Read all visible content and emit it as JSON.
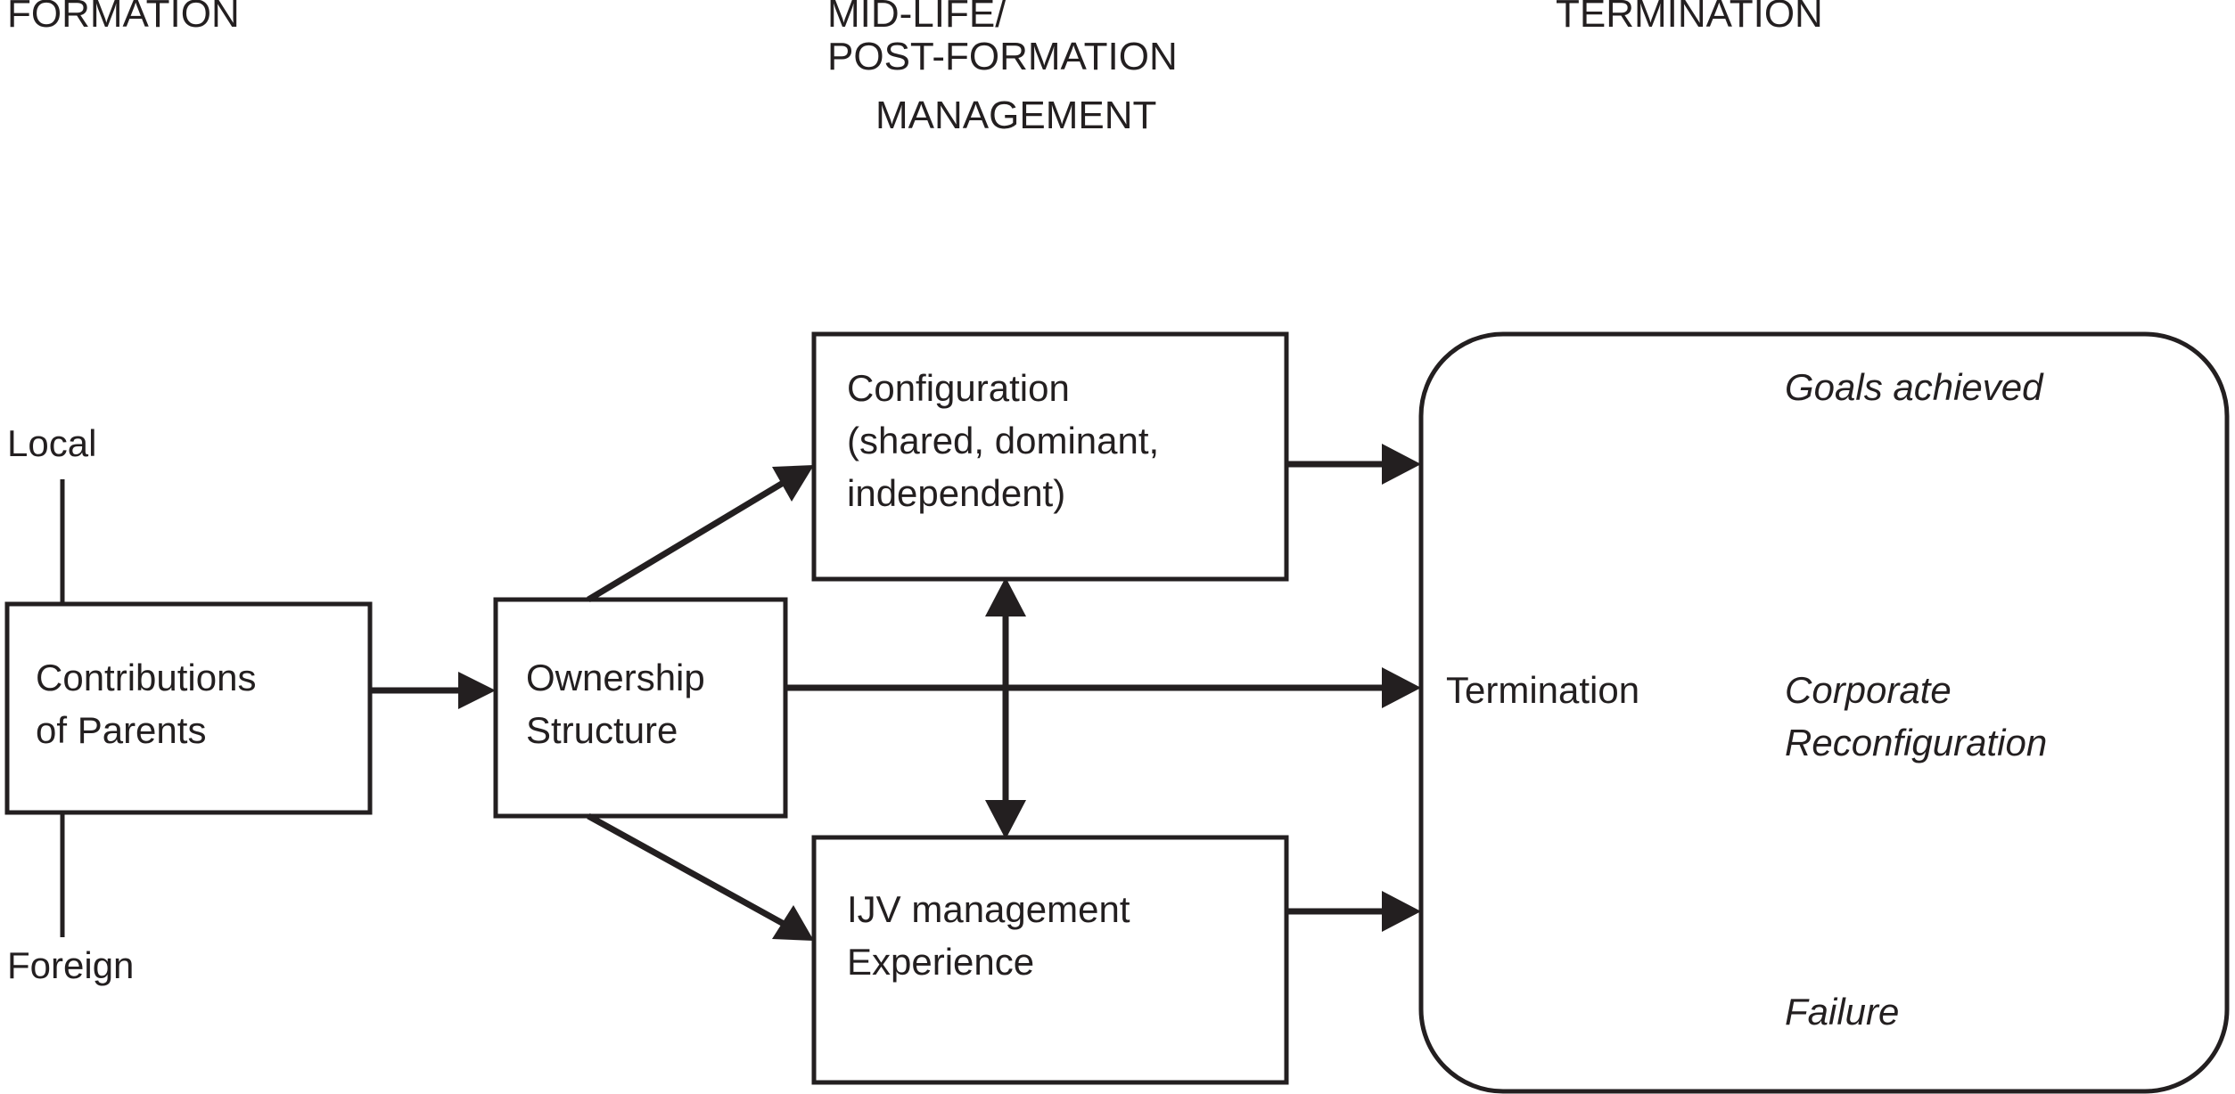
{
  "diagram": {
    "title_visible": false,
    "stage_headers": [
      {
        "id": "formation",
        "label": "FORMATION"
      },
      {
        "id": "midlife-line1",
        "label": "MID-LIFE/"
      },
      {
        "id": "midlife-line2",
        "label": "POST-FORMATION"
      },
      {
        "id": "midlife-line3",
        "label": "MANAGEMENT"
      },
      {
        "id": "termination",
        "label": "TERMINATION"
      }
    ],
    "parent_labels": {
      "local": "Local",
      "foreign": "Foreign"
    },
    "nodes": [
      {
        "id": "contributions",
        "lines": [
          "Contributions",
          "of Parents"
        ]
      },
      {
        "id": "ownership",
        "lines": [
          "Ownership",
          "Structure"
        ]
      },
      {
        "id": "configuration",
        "lines": [
          "Configuration",
          "(shared, dominant,",
          "independent)"
        ]
      },
      {
        "id": "ijv-management",
        "lines": [
          "IJV management",
          "Experience"
        ]
      }
    ],
    "termination_label": "Termination",
    "outcomes": [
      {
        "id": "goals-achieved",
        "lines": [
          "Goals achieved"
        ]
      },
      {
        "id": "corporate-reconfiguration",
        "lines": [
          "Corporate",
          "Reconfiguration"
        ]
      },
      {
        "id": "failure",
        "lines": [
          "Failure"
        ]
      }
    ],
    "colors": {
      "ink": "#231f20",
      "background": "#ffffff"
    }
  }
}
